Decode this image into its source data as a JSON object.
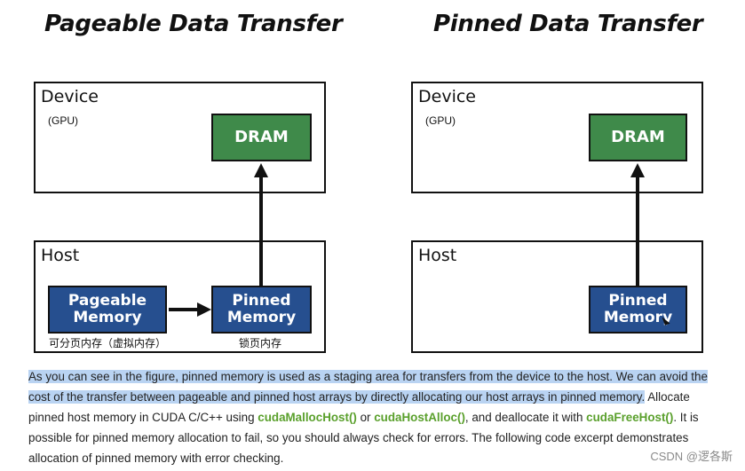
{
  "left": {
    "title": "Pageable Data Transfer",
    "device_label": "Device",
    "device_sub": "(GPU)",
    "dram": "DRAM",
    "host_label": "Host",
    "pageable_memory": "Pageable\nMemory",
    "pinned_memory": "Pinned\nMemory",
    "pageable_note": "可分页内存（虚拟内存）",
    "pinned_note": "锁页内存"
  },
  "right": {
    "title": "Pinned Data Transfer",
    "device_label": "Device",
    "device_sub": "(GPU)",
    "dram": "DRAM",
    "host_label": "Host",
    "pinned_memory": "Pinned\nMemory"
  },
  "paragraph": {
    "highlighted": "As you can see in the figure, pinned memory is used as a staging area for transfers from the device to the host. We can avoid the cost of the transfer between pageable and pinned host arrays by directly allocating our host arrays in pinned memory.",
    "t1": " Allocate pinned host memory in CUDA C/C++ using ",
    "fn1": "cudaMallocHost()",
    "t2": " or ",
    "fn2": "cudaHostAlloc()",
    "t3": ", and deallocate it with ",
    "fn3": "cudaFreeHost()",
    "t4": ". It is possible for pinned memory allocation to fail, so you should always check for errors. The following code excerpt demonstrates allocation of pinned memory with error checking."
  },
  "watermark": "CSDN @逻各斯",
  "colors": {
    "dram": "#3f8a4a",
    "memory": "#264f8f",
    "highlight": "#b9d3f2",
    "function": "#5aa02c"
  }
}
